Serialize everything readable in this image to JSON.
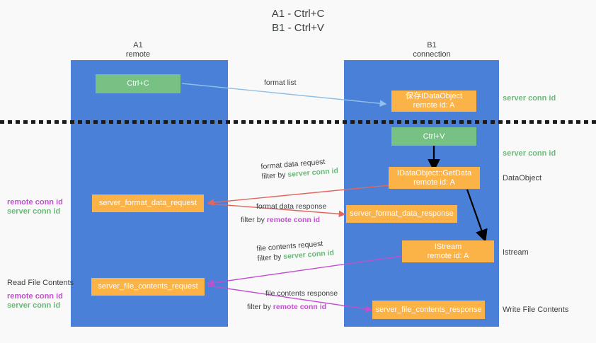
{
  "title": {
    "line1": "A1 - Ctrl+C",
    "line2": "B1 - Ctrl+V"
  },
  "columns": [
    {
      "name": "A1",
      "sub": "remote"
    },
    {
      "name": "B1",
      "sub": "connection"
    }
  ],
  "boxes": {
    "ctrl_c": {
      "line1": "Ctrl+C"
    },
    "save_idataobject": {
      "line1": "保存IDataObject",
      "line2": "remote id: A"
    },
    "ctrl_v": {
      "line1": "Ctrl+V"
    },
    "getdata": {
      "line1": "IDataObject::GetData",
      "line2": "remote id: A"
    },
    "format_data_request": {
      "line1": "server_format_data_request"
    },
    "format_data_response": {
      "line1": "server_format_data_response"
    },
    "istream": {
      "line1": "IStream",
      "line2": "remote id: A"
    },
    "file_contents_request": {
      "line1": "server_file_contents_request"
    },
    "file_contents_response": {
      "line1": "server_file_contents_response"
    }
  },
  "edges": {
    "format_list": {
      "line1": "format list"
    },
    "format_data_request": {
      "line1": "format data request",
      "prefix": "filter by ",
      "highlight": "server conn id"
    },
    "format_data_response": {
      "line1": "format data response",
      "prefix": "filter by ",
      "highlight": "remote conn id"
    },
    "file_contents_request": {
      "line1": "file contents request",
      "prefix": "filter by ",
      "highlight": "server conn id"
    },
    "file_contents_response": {
      "line1": "file contents response",
      "prefix": "filter by ",
      "highlight": "remote conn id"
    }
  },
  "annotations": {
    "server_conn_id_top": "server conn id",
    "server_conn_id_mid": "server conn id",
    "dataobject": "DataObject",
    "istream": "Istream",
    "write_file_contents": "Write File Contents",
    "read_file_contents": "Read File Contents",
    "left_mid_remote": "remote conn id",
    "left_mid_server": "server conn id",
    "left_bottom_remote": "remote conn id",
    "left_bottom_server": "server conn id"
  },
  "colors": {
    "lane": "#4a80d8",
    "green_box": "#76c183",
    "orange_box": "#fbb247",
    "green_text": "#6aba79",
    "purple_text": "#c34fd0",
    "arrow_blue": "#8fc0e8",
    "arrow_red": "#e2675f",
    "arrow_magenta": "#c34fd0",
    "arrow_black": "#000000",
    "background": "#f9f9f9"
  }
}
